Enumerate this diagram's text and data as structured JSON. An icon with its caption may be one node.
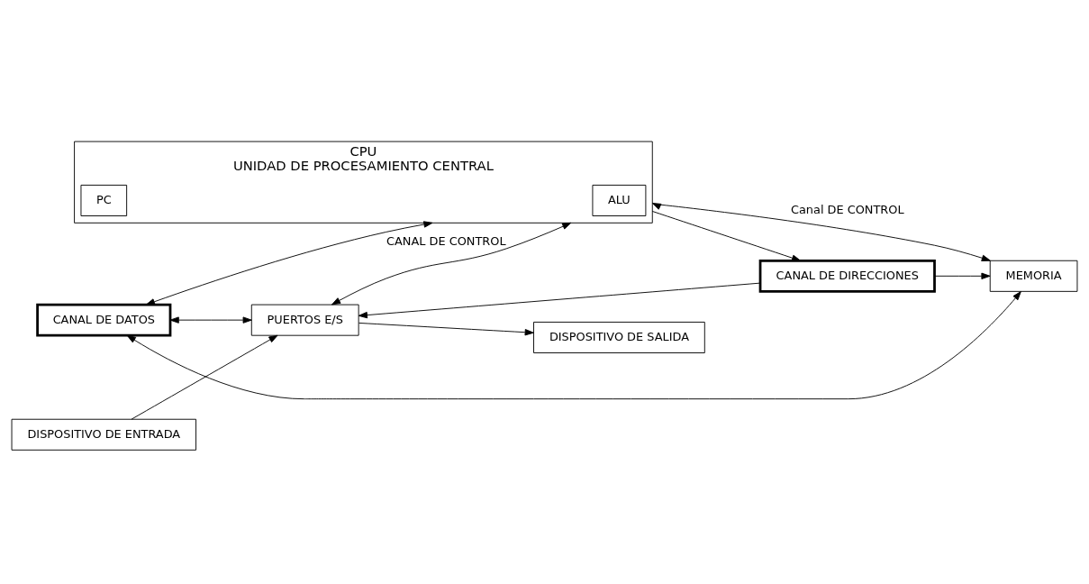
{
  "diagram": {
    "nodes": [
      {
        "text": [
          "DISPOSITIVO DE ENTRADA"
        ]
      },
      {
        "text": [
          "DISPOSITIVO DE SALIDA"
        ]
      },
      {
        "text": [
          "PUERTOS E/S"
        ]
      },
      {
        "text": [
          "CPU",
          "UNIDAD DE PROCESAMIENTO CENTRAL"
        ]
      },
      {
        "text": [
          "ALU"
        ],
        "in": 3
      },
      {
        "text": [
          "PC"
        ],
        "in": 3
      },
      {
        "text": [
          "MEMORIA"
        ]
      },
      {
        "text": [
          "CANAL DE DATOS"
        ]
      },
      {
        "text": [
          "CANAL DE DIRECCIONES"
        ]
      }
    ],
    "edges": [
      {
        "from": 0,
        "to": 2,
        "arrow": "to"
      },
      {
        "from": 2,
        "to": 1,
        "arrow": "to"
      },
      {
        "from": 2,
        "to": 3,
        "arrow": "both",
        "label": "CANAL DE CONTROL"
      },
      {
        "from": 6,
        "to": 3,
        "arrow": "both",
        "label": "Canal DE CONTROL"
      },
      {
        "from": 7,
        "to": 2,
        "arrow": "both"
      },
      {
        "from": 7,
        "to": 3,
        "arrow": "both"
      },
      {
        "from": 7,
        "to": 6,
        "arrow": "both"
      },
      {
        "from": 8,
        "to": 2,
        "arrow": "to"
      },
      {
        "from": 3,
        "to": 8,
        "arrow": "to"
      },
      {
        "from": 8,
        "to": 6,
        "arrow": "to"
      }
    ]
  }
}
